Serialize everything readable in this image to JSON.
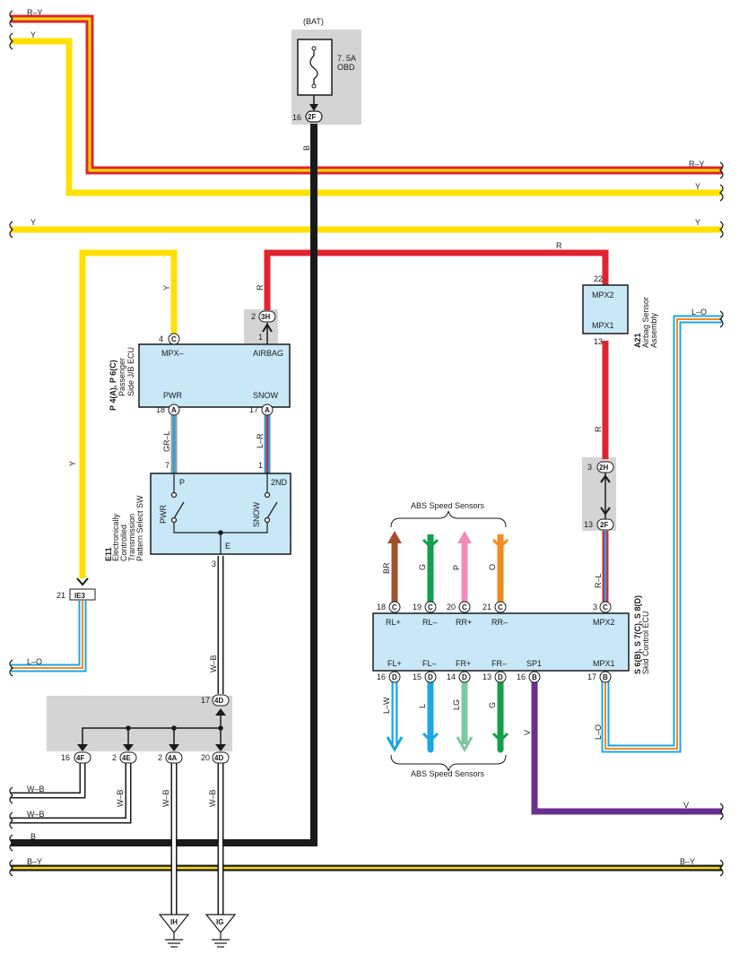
{
  "colors": {
    "wire_R": "#e0242f",
    "wire_Y": "#ffe000",
    "wire_B": "#1a1a1a",
    "wire_V": "#6b2f8f",
    "wire_L": "#1aa7e6",
    "wire_O": "#f28b1c",
    "wire_G": "#12a04a",
    "wire_P": "#ef8cbc",
    "wire_BR": "#a0522d",
    "wire_LG": "#7ec8a0",
    "wire_W": "#ffffff",
    "ecu_fill": "#c8e8f8",
    "shade": "#d4d4d4"
  },
  "top": {
    "bat": "(BAT)",
    "fuse_amp": "7. 5A",
    "fuse_name": "OBD",
    "fuse_pin": "16",
    "fuse_conn": "2F",
    "wire_b": "B"
  },
  "wires": {
    "ry": "R–Y",
    "y": "Y",
    "r": "R",
    "lo": "L–O",
    "b": "B",
    "by": "B–Y",
    "v": "V",
    "wb": "W–B",
    "grl": "GR–L",
    "lr": "L–R",
    "rl": "R–L",
    "lw": "L–W",
    "l": "L",
    "lg": "LG",
    "g": "G",
    "br": "BR",
    "p": "P",
    "o": "O"
  },
  "passenger_ecu": {
    "code": "P 4(A), P 6(C)",
    "name1": "Passenger",
    "name2": "Side J/B ECU",
    "mpx": "MPX–",
    "airbag": "AIRBAG",
    "pwr": "PWR",
    "snow": "SNOW",
    "pin_mpx": "4",
    "conn_mpx": "C",
    "pin_pwr": "18",
    "conn_pwr": "A",
    "pin_snow": "17",
    "conn_snow": "A",
    "jc_pin2": "2",
    "jc_conn": "3H",
    "jc_pin1": "1"
  },
  "pattern_sw": {
    "code": "E11",
    "name1": "Electronically",
    "name2": "Controlled",
    "name3": "Transmission",
    "name4": "Pattern Select SW",
    "p": "P",
    "second": "2ND",
    "pwr": "PWR",
    "snow": "SNOW",
    "e": "E",
    "pin7": "7",
    "pin1": "1",
    "pin3": "3"
  },
  "ie3": {
    "pin": "21",
    "conn": "IE3"
  },
  "airbag": {
    "code": "A21",
    "name1": "Airbag Sensor",
    "name2": "Assembly",
    "mpx2": "MPX2",
    "mpx1": "MPX1",
    "pin22": "22",
    "pin13": "13"
  },
  "junction_2h": {
    "p3": "3",
    "c2h": "2H",
    "p13": "13",
    "c2f": "2F"
  },
  "skid_ecu": {
    "code": "S 6(B), S 7(C), S 8(D)",
    "name": "Skid Control ECU",
    "top_pins": [
      {
        "pin": "18",
        "conn": "C",
        "label": "RL+"
      },
      {
        "pin": "19",
        "conn": "C",
        "label": "RL–"
      },
      {
        "pin": "20",
        "conn": "C",
        "label": "RR+"
      },
      {
        "pin": "21",
        "conn": "C",
        "label": "RR–"
      },
      {
        "pin": "3",
        "conn": "C",
        "label": "MPX2"
      }
    ],
    "bottom_pins": [
      {
        "pin": "16",
        "conn": "D",
        "label": "FL+"
      },
      {
        "pin": "15",
        "conn": "D",
        "label": "FL–"
      },
      {
        "pin": "14",
        "conn": "D",
        "label": "FR+"
      },
      {
        "pin": "13",
        "conn": "D",
        "label": "FR–"
      },
      {
        "pin": "16",
        "conn": "B",
        "label": "SP1"
      },
      {
        "pin": "17",
        "conn": "B",
        "label": "MPX1"
      }
    ]
  },
  "abs_top": "ABS Speed Sensors",
  "abs_bottom": "ABS Speed Sensors",
  "ground_jb": {
    "top_pin": "17",
    "top_conn": "4D",
    "pins": [
      {
        "pin": "16",
        "conn": "4F"
      },
      {
        "pin": "2",
        "conn": "4E"
      },
      {
        "pin": "2",
        "conn": "4A"
      },
      {
        "pin": "20",
        "conn": "4D"
      }
    ]
  },
  "grounds": {
    "ih": "IH",
    "ig": "IG"
  }
}
